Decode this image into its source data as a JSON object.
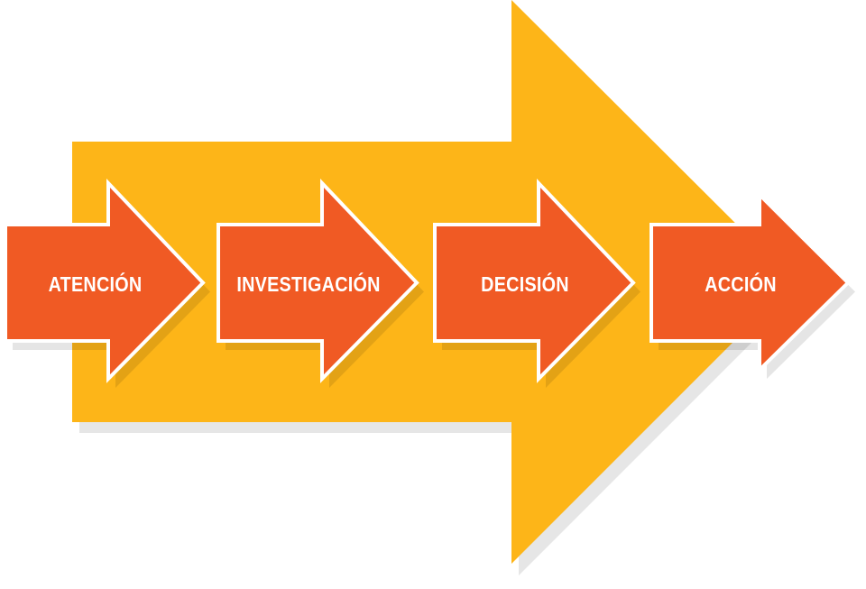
{
  "steps": [
    {
      "label": "ATENCIÓN"
    },
    {
      "label": "INVESTIGACIÓN"
    },
    {
      "label": "DECISIÓN"
    },
    {
      "label": "ACCIÓN"
    }
  ],
  "colors": {
    "big_arrow": "#FDB518",
    "step_arrow": "#F05A24",
    "border": "#FFFFFF",
    "shadow": "#E6E6E6"
  }
}
